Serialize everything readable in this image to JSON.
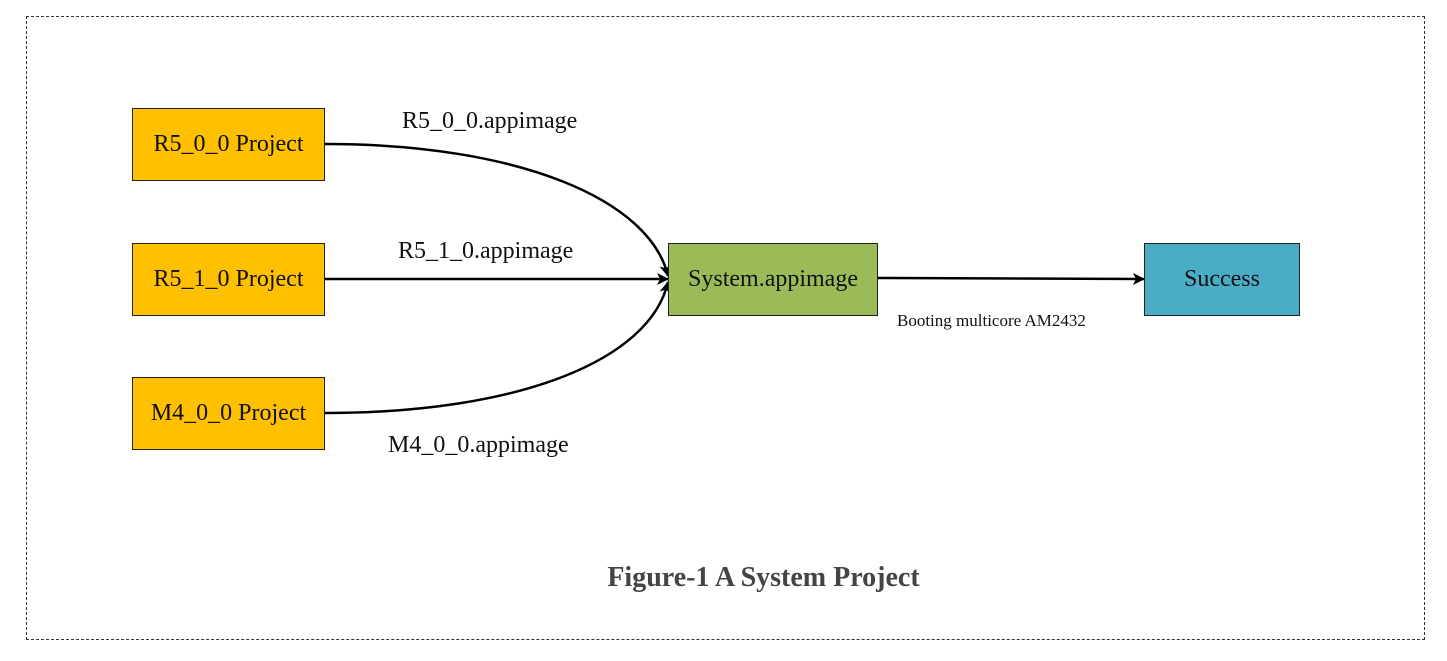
{
  "nodes": {
    "r5_0_0": "R5_0_0 Project",
    "r5_1_0": "R5_1_0 Project",
    "m4_0_0": "M4_0_0 Project",
    "system": "System.appimage",
    "success": "Success"
  },
  "edges": {
    "r5_0_0": "R5_0_0.appimage",
    "r5_1_0": "R5_1_0.appimage",
    "m4_0_0": "M4_0_0.appimage",
    "system_to_success": "Booting multicore AM2432"
  },
  "caption": "Figure-1 A System Project",
  "colors": {
    "project_fill": "#FFC000",
    "system_fill": "#9BBB59",
    "success_fill": "#4BACC6",
    "caption_text": "#444444"
  }
}
